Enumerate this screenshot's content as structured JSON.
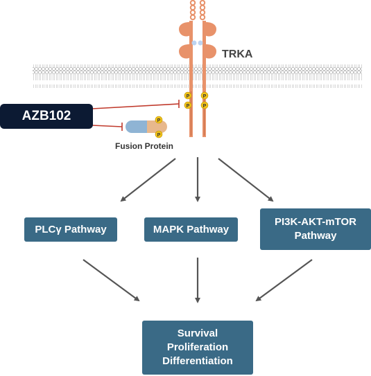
{
  "receptor": {
    "name": "TRKA",
    "phospho_label": "P"
  },
  "drug": {
    "name": "AZB102"
  },
  "fusion": {
    "label": "Fusion Protein"
  },
  "pathways": [
    {
      "label": "PLCγ Pathway"
    },
    {
      "label": "MAPK Pathway"
    },
    {
      "label": "PI3K-AKT-mTOR\nPathway"
    }
  ],
  "outcome": {
    "label": "Survival\nProliferation\nDifferentiation"
  },
  "colors": {
    "receptor": "#e8926a",
    "membrane": "#c9c9c9",
    "box": "#3a6a86",
    "drug_box": "#0c1a33",
    "inhibition": "#c0392b",
    "phospho": "#f2c318",
    "arrow": "#555555"
  }
}
